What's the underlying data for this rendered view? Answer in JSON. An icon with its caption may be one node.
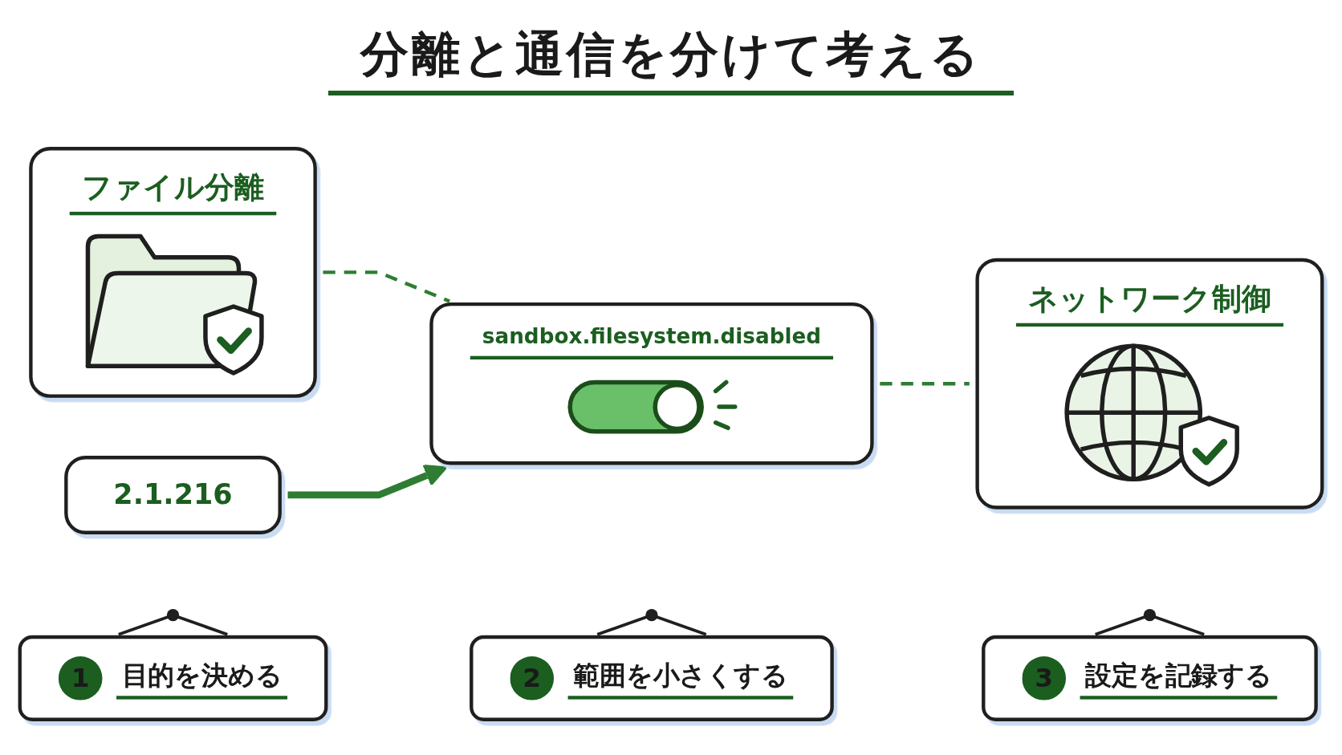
{
  "diagram": {
    "title": "分離と通信を分けて考える",
    "nodes": [
      {
        "text": [
          "ファイル分離"
        ]
      },
      {
        "text": [
          "sandbox.filesystem.disabled"
        ]
      },
      {
        "text": [
          "ネットワーク制御"
        ]
      },
      {
        "text": [
          "2.1.216"
        ]
      },
      {
        "text": [
          "1",
          "目的を決める"
        ]
      },
      {
        "text": [
          "2",
          "範囲を小さくする"
        ]
      },
      {
        "text": [
          "3",
          "設定を記録する"
        ]
      }
    ],
    "edges": [
      {
        "from": 0,
        "to": 1,
        "arrow": "none",
        "style": "dashed"
      },
      {
        "from": 1,
        "to": 2,
        "arrow": "none",
        "style": "dashed"
      },
      {
        "from": 3,
        "to": 1,
        "arrow": "to",
        "style": "thick"
      }
    ]
  }
}
